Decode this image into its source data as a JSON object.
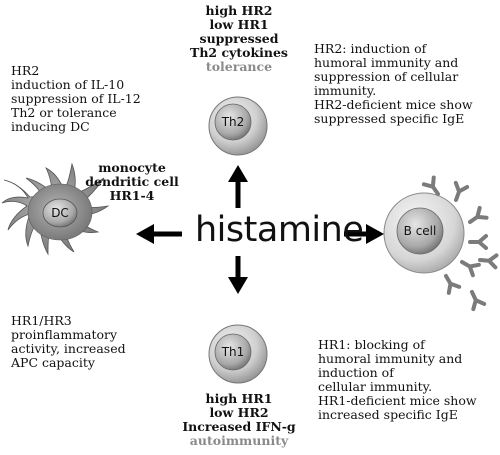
{
  "center": {
    "label": "histamine"
  },
  "th2": {
    "cell_label": "Th2",
    "heading": [
      "high HR2",
      "low HR1",
      "suppressed",
      "Th2 cytokines"
    ],
    "outcome": "tolerance"
  },
  "th1": {
    "cell_label": "Th1",
    "heading": [
      "high HR1",
      "low HR2",
      "Increased IFN-g"
    ],
    "outcome": "autoimmunity"
  },
  "dc": {
    "cell_label": "DC",
    "heading": [
      "monocyte",
      "dendritic cell",
      "HR1-4"
    ],
    "top_note": [
      "HR2",
      "induction of IL-10",
      "suppression of IL-12",
      "Th2 or tolerance",
      "inducing DC"
    ],
    "bottom_note": [
      "HR1/HR3",
      "proinflammatory",
      "activity, increased",
      "APC capacity"
    ]
  },
  "bcell": {
    "cell_label": "B cell",
    "top_note": [
      "HR2: induction of",
      "humoral immunity and",
      "suppression of cellular",
      "immunity.",
      "HR2-deficient mice show",
      "suppressed specific IgE"
    ],
    "bottom_note": [
      "HR1: blocking of",
      "humoral immunity and",
      "induction of",
      "cellular immunity.",
      "HR1-deficient mice show",
      "increased specific IgE"
    ]
  }
}
